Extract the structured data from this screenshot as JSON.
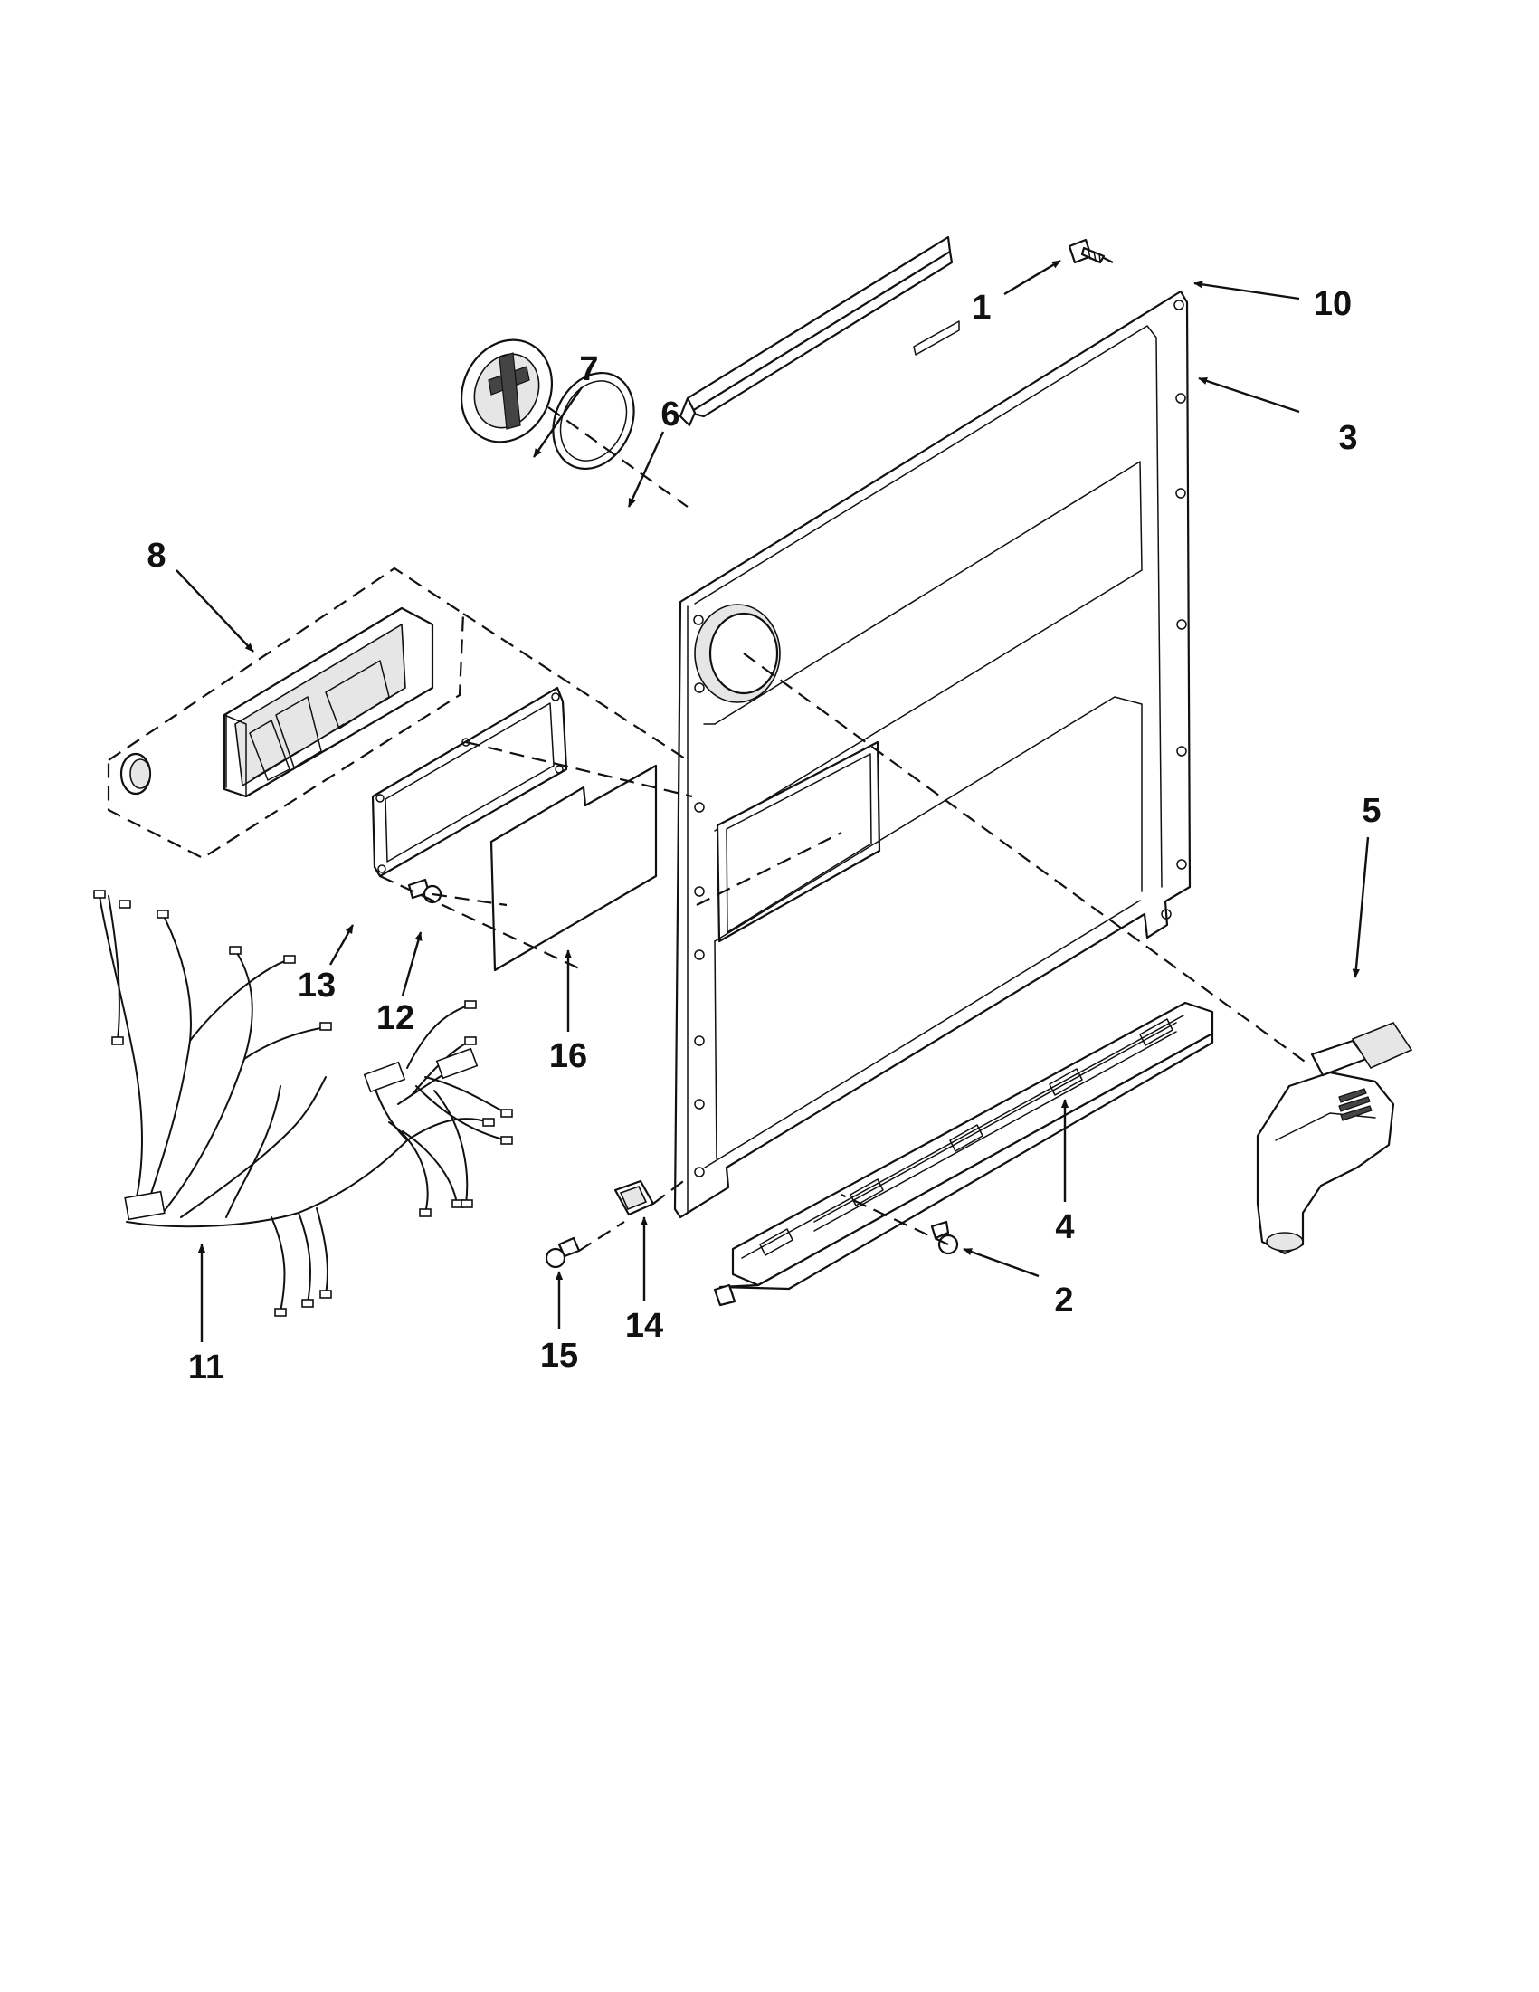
{
  "callouts": {
    "c1": "1",
    "c2": "2",
    "c3": "3",
    "c4": "4",
    "c5": "5",
    "c6": "6",
    "c7": "7",
    "c8": "8",
    "c10": "10",
    "c11": "11",
    "c12": "12",
    "c13": "13",
    "c14": "14",
    "c15": "15",
    "c16": "16"
  },
  "colors": {
    "line": "#111111",
    "background": "#ffffff"
  }
}
